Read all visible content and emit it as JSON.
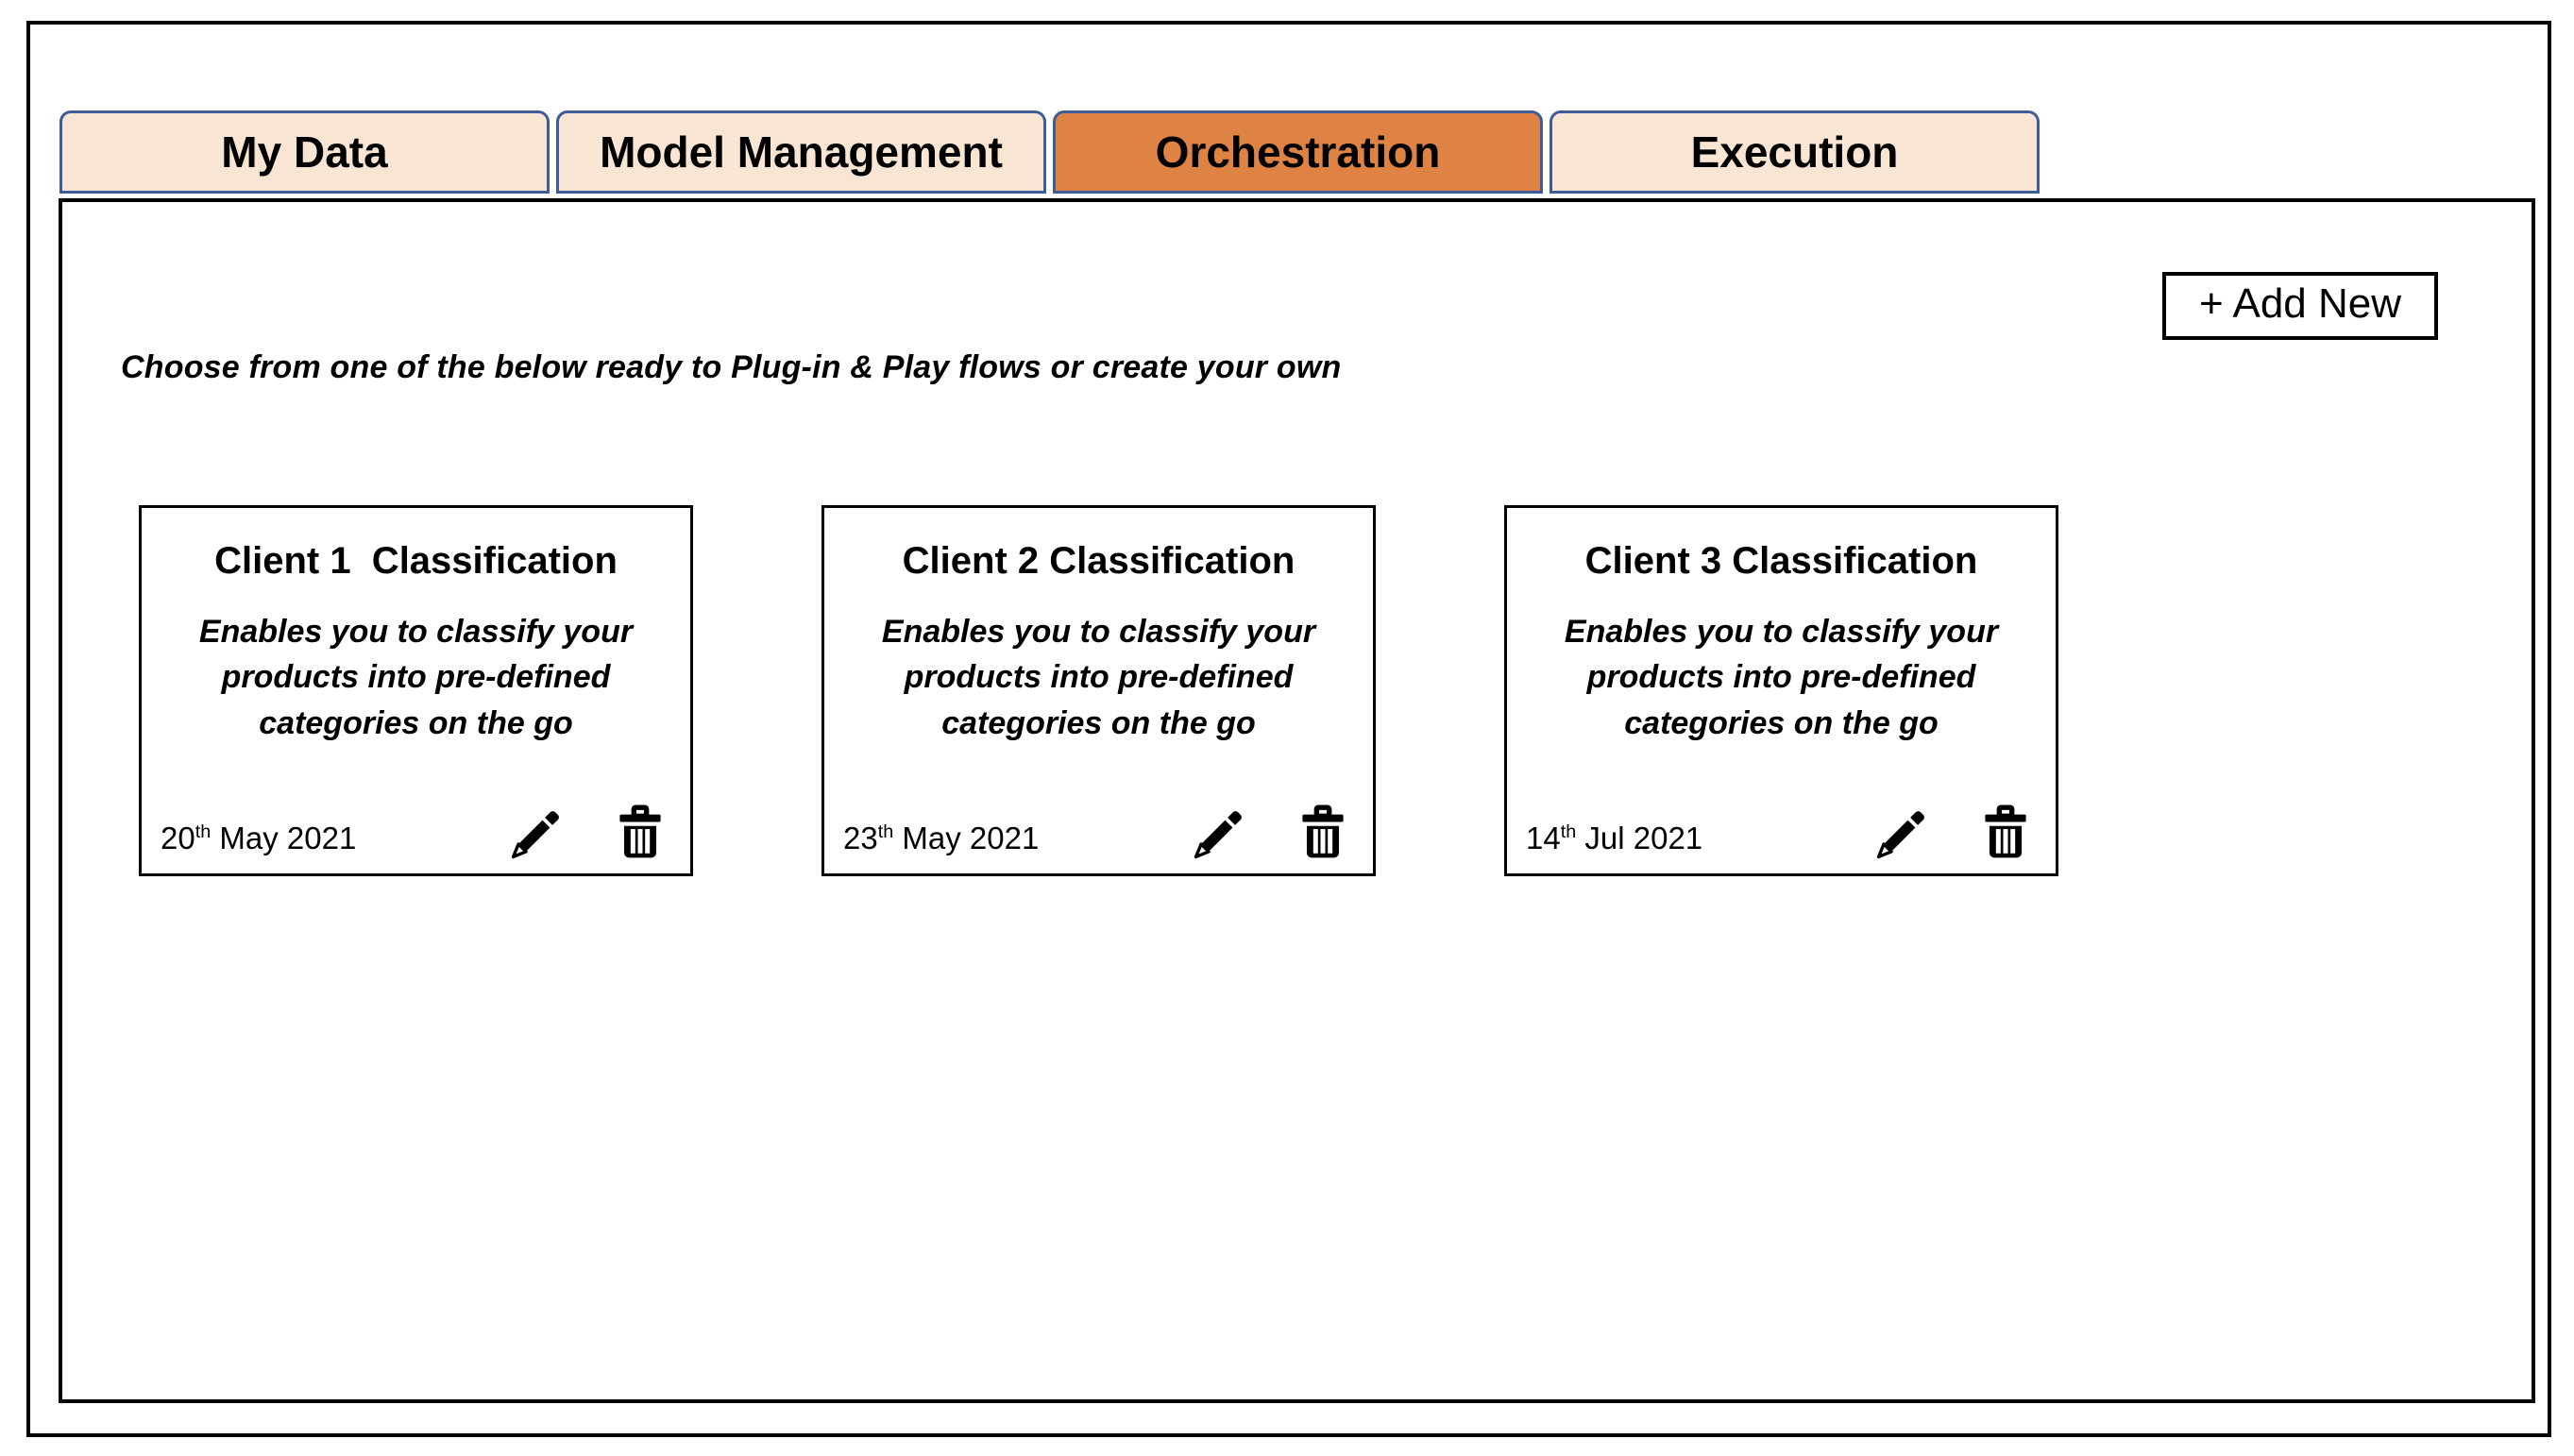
{
  "colors": {
    "tab_fill": "#F9E5D3",
    "tab_active_fill": "#DE8344",
    "tab_border": "#3E5C95",
    "frame_border": "#000000",
    "text": "#000000"
  },
  "tabs": [
    {
      "label": "My Data",
      "active": false
    },
    {
      "label": "Model Management",
      "active": false
    },
    {
      "label": "Orchestration",
      "active": true
    },
    {
      "label": "Execution",
      "active": false
    }
  ],
  "panel": {
    "add_new_label": "+ Add New",
    "instruction": "Choose from one of the below ready to Plug-in & Play flows or create your own"
  },
  "cards": [
    {
      "title": "Client 1  Classification",
      "description": "Enables you to classify your products into pre-defined categories on the go",
      "date": {
        "day": "20",
        "suffix": "th",
        "rest": " May 2021"
      }
    },
    {
      "title": "Client 2 Classification",
      "description": "Enables you to classify your products into pre-defined categories on the go",
      "date": {
        "day": "23",
        "suffix": "th",
        "rest": " May 2021"
      }
    },
    {
      "title": "Client 3 Classification",
      "description": "Enables you to classify your products into pre-defined categories on the go",
      "date": {
        "day": "14",
        "suffix": "th",
        "rest": " Jul 2021"
      }
    }
  ],
  "icons": {
    "edit": "pencil-icon",
    "delete": "trash-icon"
  }
}
